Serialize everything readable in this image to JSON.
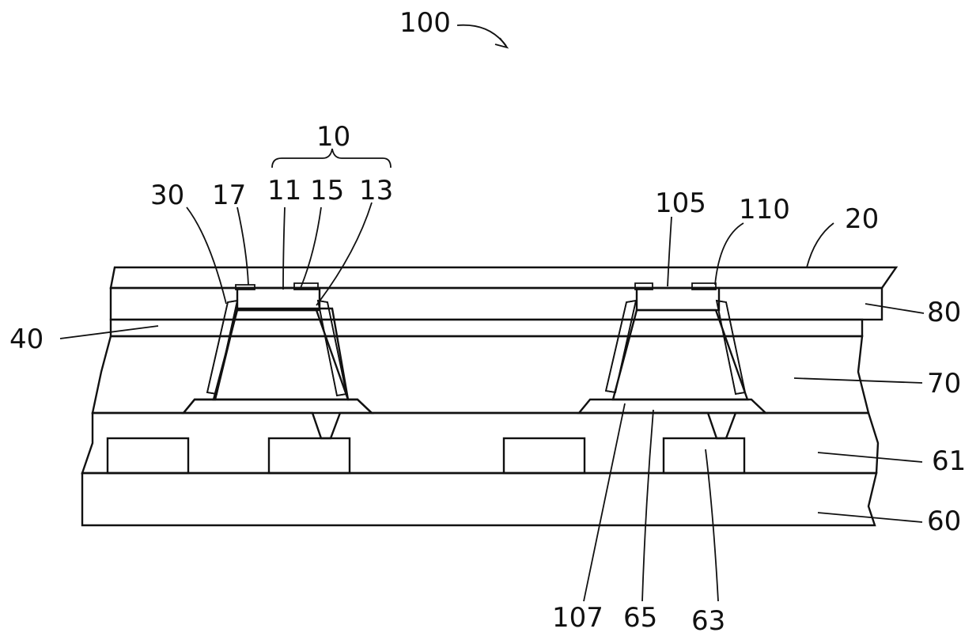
{
  "figure": {
    "labels": {
      "assembly": "100",
      "led_unit": "10",
      "first_semiconductor": "11",
      "active_layer": "15",
      "second_semiconductor": "13",
      "electrode": "17",
      "side_electrode": "30",
      "encapsulation": "20",
      "planarization_top": "80",
      "insulation": "40",
      "filler_layer": "70",
      "drive_layer": "61",
      "substrate": "60",
      "top_contact": "105",
      "side_contact": "110",
      "bottom_contact": "107",
      "pad": "65",
      "transistor": "63"
    },
    "colors": {
      "ink": "#111111",
      "background": "#ffffff",
      "fill_pale": "#f7f7f7"
    }
  }
}
